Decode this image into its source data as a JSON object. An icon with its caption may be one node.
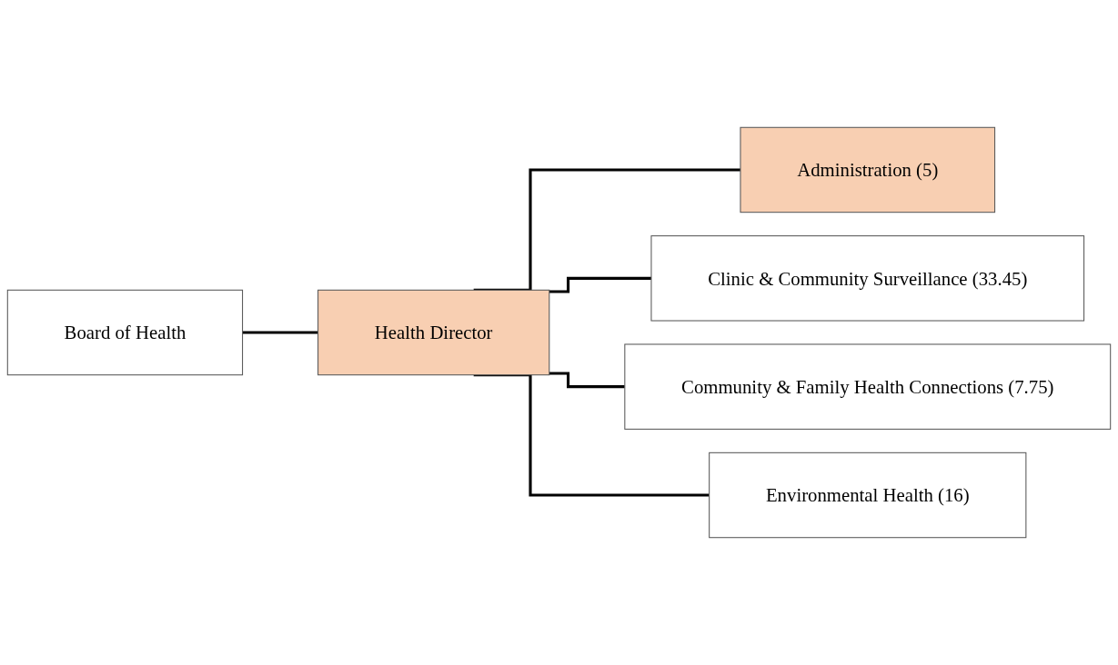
{
  "diagram": {
    "nodes": [
      {
        "text": [
          "Board of Health"
        ]
      },
      {
        "text": [
          "Health Director"
        ]
      },
      {
        "text": [
          "Administration (5)"
        ]
      },
      {
        "text": [
          "Clinic & Community Surveillance (33.45)"
        ]
      },
      {
        "text": [
          "Community & Family Health Connections (7.75)"
        ]
      },
      {
        "text": [
          "Environmental Health (16)"
        ]
      }
    ],
    "edges": [
      {
        "from": 0,
        "to": 1,
        "arrow": "none"
      },
      {
        "from": 1,
        "to": 2,
        "arrow": "none"
      },
      {
        "from": 1,
        "to": 3,
        "arrow": "none"
      },
      {
        "from": 1,
        "to": 4,
        "arrow": "none"
      },
      {
        "from": 1,
        "to": 5,
        "arrow": "none"
      }
    ]
  }
}
